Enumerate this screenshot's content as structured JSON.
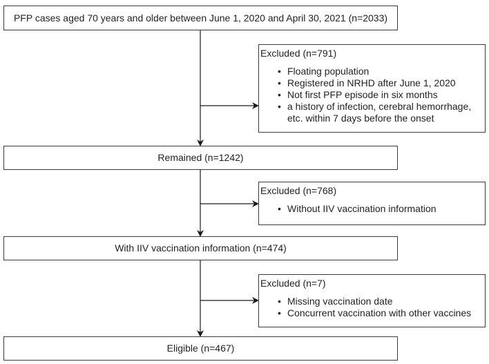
{
  "flowchart": {
    "steps": [
      {
        "label": "PFP cases aged 70 years and older between June 1, 2020 and April 30, 2021 (n=2033)"
      },
      {
        "label": "Remained (n=1242)"
      },
      {
        "label": "With IIV vaccination information (n=474)"
      },
      {
        "label": "Eligible (n=467)"
      }
    ],
    "exclusions": [
      {
        "title": "Excluded (n=791)",
        "items": [
          "Floating population",
          "Registered in NRHD after June 1, 2020",
          "Not first PFP episode in six months",
          "a history of infection, cerebral hemorrhage, etc. within 7 days before the onset"
        ]
      },
      {
        "title": "Excluded (n=768)",
        "items": [
          "Without IIV vaccination information"
        ]
      },
      {
        "title": "Excluded (n=7)",
        "items": [
          "Missing vaccination date",
          "Concurrent vaccination with other vaccines"
        ]
      }
    ],
    "bullet_glyph": "•",
    "line_color": "#1a1a1a",
    "border_color": "#3a3a3a"
  }
}
